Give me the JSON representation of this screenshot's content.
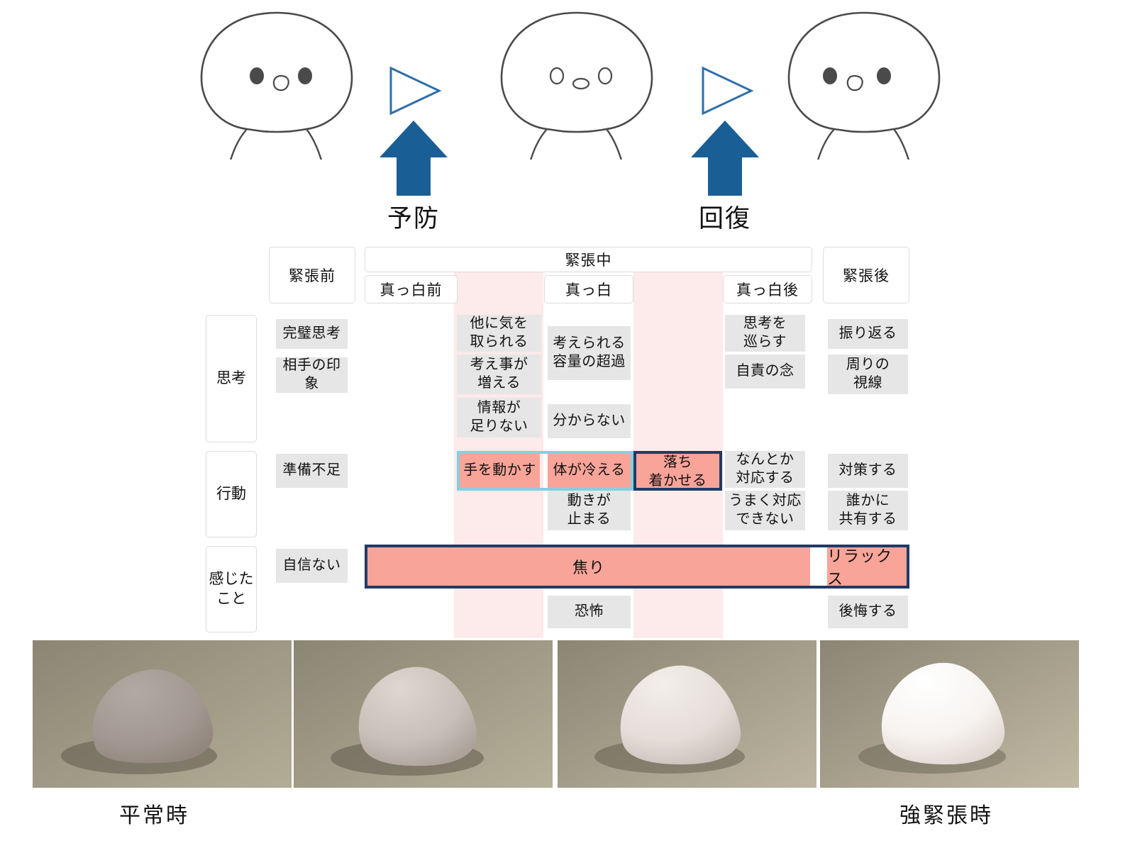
{
  "flow": {
    "labels": [
      "予防",
      "回復"
    ],
    "arrow_color": "#1a5e96",
    "triangle_color": "#2f6ea8"
  },
  "matrix": {
    "header": {
      "before": "緊張前",
      "during": "緊張中",
      "after": "緊張後",
      "sub": [
        "真っ白前",
        "真っ白",
        "真っ白後"
      ]
    },
    "row_labels": [
      "思考",
      "行動",
      "感じた\nこと"
    ],
    "rows": [
      {
        "label": "思考",
        "cells": [
          {
            "col": "before",
            "items": [
              "完璧思考",
              "相手の印象"
            ]
          },
          {
            "col": "pre-blank-pink",
            "items": [
              "他に気を\n取られる",
              "考え事が\n増える",
              "情報が\n足りない"
            ]
          },
          {
            "col": "blank",
            "items": [
              "考えられる\n容量の超過",
              "分からない"
            ]
          },
          {
            "col": "post-blank-pink",
            "items": []
          },
          {
            "col": "post-blank",
            "items": [
              "思考を\n巡らす",
              "自責の念"
            ]
          },
          {
            "col": "after",
            "items": [
              "振り返る",
              "周りの\n視線"
            ]
          }
        ]
      },
      {
        "label": "行動",
        "cells": [
          {
            "col": "before",
            "items": [
              "準備不足"
            ]
          },
          {
            "col": "pre-blank-pink",
            "items": [
              "手を動かす"
            ]
          },
          {
            "col": "blank",
            "items": [
              "体が冷える",
              "動きが\n止まる"
            ]
          },
          {
            "col": "post-blank-pink",
            "items": [
              "落ち\n着かせる"
            ]
          },
          {
            "col": "post-blank",
            "items": [
              "なんとか\n対応する",
              "うまく対応\nできない"
            ]
          },
          {
            "col": "after",
            "items": [
              "対策する",
              "誰かに\n共有する"
            ]
          }
        ]
      },
      {
        "label": "感じた\nこと",
        "cells": [
          {
            "col": "before",
            "items": [
              "自信ない"
            ]
          },
          {
            "col": "blank",
            "items": [
              "恐怖"
            ]
          },
          {
            "col": "after",
            "items": [
              "後悔する"
            ]
          }
        ]
      }
    ],
    "highlighted": {
      "light_blue_group": [
        "手を動かす",
        "体が冷える"
      ],
      "navy_box": "落ち着かせる",
      "feeling_bar": {
        "main": "焦り",
        "tail": "リラックス"
      }
    },
    "colors": {
      "salmon": "#f9a499",
      "cell_gray": "#e6e6e6",
      "pink_band": "#fdeaea",
      "navy": "#1f3b66",
      "light_blue": "#86cfe0"
    }
  },
  "stones": {
    "label_left": "平常時",
    "label_right": "強緊張時",
    "items": [
      {
        "name": "stone-1",
        "body": "#a39a93",
        "bg": "#8c8673"
      },
      {
        "name": "stone-2",
        "body": "#cdc4bd",
        "bg": "#8f8976"
      },
      {
        "name": "stone-3",
        "body": "#ece6e2",
        "bg": "#8f8976"
      },
      {
        "name": "stone-4",
        "body": "#fbf8f6",
        "bg": "#8f8976"
      }
    ]
  }
}
